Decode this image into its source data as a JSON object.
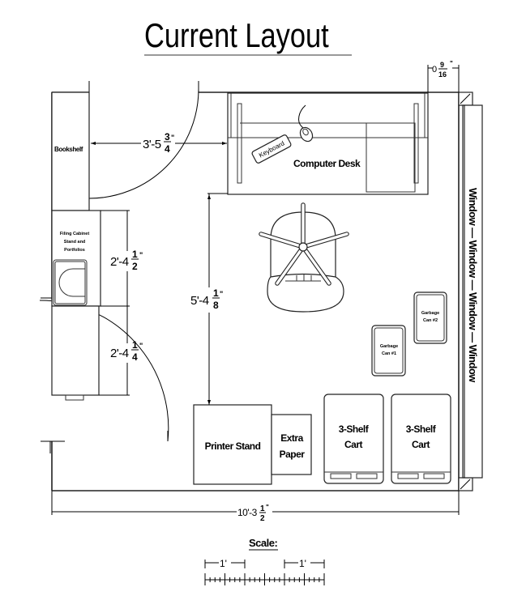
{
  "title": "Current Layout",
  "furniture": {
    "bookshelf": "Bookshelf",
    "filing_cabinet": [
      "Filing Cabinet",
      "Stand and",
      "Portfolios"
    ],
    "computer_desk": "Computer Desk",
    "keyboard": "Keyboard",
    "garbage_can_1": [
      "Garbage",
      "Can #1"
    ],
    "garbage_can_2": [
      "Garbage",
      "Can #2"
    ],
    "printer_stand": "Printer Stand",
    "extra_paper": [
      "Extra",
      "Paper"
    ],
    "cart_1": [
      "3-Shelf",
      "Cart"
    ],
    "cart_2": [
      "3-Shelf",
      "Cart"
    ],
    "window": "Window — Window — Window — Window"
  },
  "dimensions": {
    "wall_offset": {
      "whole": "0",
      "num": "9",
      "den": "16",
      "unit": "\""
    },
    "desk_clearance": {
      "whole": "3'-5",
      "num": "3",
      "den": "4",
      "unit": "\""
    },
    "filing_cabinet_height": {
      "whole": "2'-4",
      "num": "1",
      "den": "2",
      "unit": "\""
    },
    "lower_cabinet_height": {
      "whole": "2'-4",
      "num": "1",
      "den": "4",
      "unit": "\""
    },
    "desk_to_printer": {
      "whole": "5'-4",
      "num": "1",
      "den": "8",
      "unit": "\""
    },
    "room_width": {
      "whole": "10'-3",
      "num": "1",
      "den": "2",
      "unit": "\""
    }
  },
  "scale": {
    "label": "Scale:",
    "segment_label": "1'"
  }
}
